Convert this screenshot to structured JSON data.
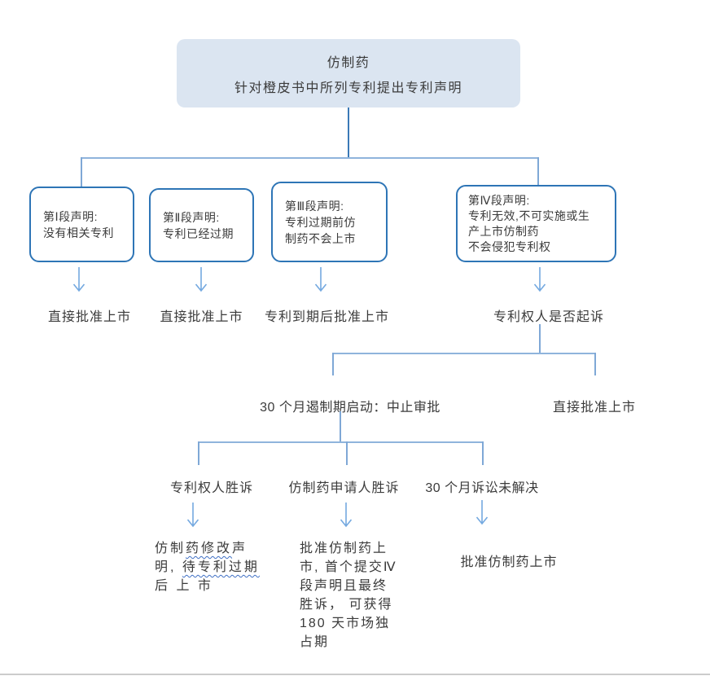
{
  "colors": {
    "title-box-fill": "#dbe5f1",
    "box-border": "#2e75b6",
    "line": "#7fa8d6",
    "line-dark": "#3b79b7",
    "line-light": "#8fb4dc",
    "arrow": "#74a9e0",
    "squiggle": "#3f6fc4"
  },
  "title_box": {
    "line1": "仿制药",
    "line2": "针对橙皮书中所列专利提出专利声明"
  },
  "statement_boxes": [
    {
      "lines": [
        "第Ⅰ段声明:",
        "没有相关专利"
      ]
    },
    {
      "lines": [
        "第Ⅱ段声明:",
        "专利已经过期"
      ]
    },
    {
      "lines": [
        "第Ⅲ段声明:",
        "专利过期前仿",
        "制药不会上市"
      ]
    },
    {
      "lines": [
        "第Ⅳ段声明:",
        "专利无效,不可实施或生",
        "产上市仿制药",
        "不会侵犯专利权"
      ]
    }
  ],
  "outcomes": {
    "branch1": "直接批准上市",
    "branch2": "直接批准上市",
    "branch3": "专利到期后批准上市",
    "branch4_question": "专利权人是否起诉",
    "sued": "30 个月遏制期启动：中止审批",
    "not_sued": "直接批准上市"
  },
  "litigation": {
    "patentee_wins": "专利权人胜诉",
    "applicant_wins": "仿制药申请人胜诉",
    "unresolved": "30 个月诉讼未解决",
    "patentee_wins_result": {
      "seg_a": "仿制",
      "seg_b": "药修改",
      "seg_c": "声",
      "seg_d": "明, ",
      "seg_e": "待专利过期",
      "seg_f": "后 上 市"
    },
    "applicant_wins_result": [
      "批准仿制药上",
      "市, 首个提交Ⅳ",
      "段声明且最终",
      "胜诉， 可获得",
      "180 天市场独",
      "占期"
    ],
    "unresolved_result": "批准仿制药上市"
  }
}
